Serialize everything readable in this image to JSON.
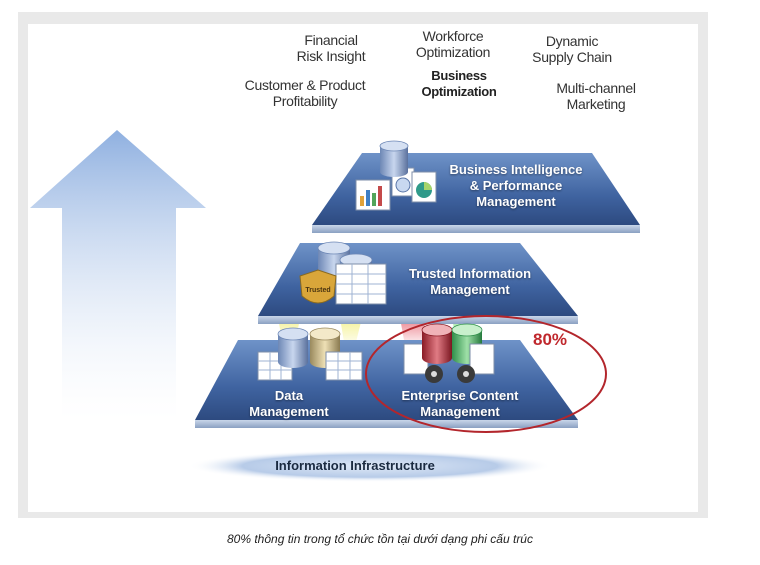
{
  "goals": {
    "financial": "Financial\nRisk Insight",
    "workforce": "Workforce\nOptimization",
    "supply": "Dynamic\nSupply Chain",
    "customer": "Customer & Product\nProfitability",
    "business": "Business\nOptimization",
    "marketing": "Multi-channel\nMarketing"
  },
  "tiers": {
    "bi": "Business Intelligence\n& Performance\nManagement",
    "trusted": "Trusted Information\nManagement",
    "data": "Data\nManagement",
    "ecm": "Enterprise Content\nManagement",
    "infrastructure": "Information Infrastructure"
  },
  "highlight": {
    "percent": "80%",
    "color": "#c0282d"
  },
  "caption": "80% thông tin trong tổ chức tồn tại dưới dạng phi cấu trúc",
  "colors": {
    "tier_top": "#4a6fa8",
    "tier_mid": "#2f4f86",
    "arrow": "#a9c2e6"
  }
}
